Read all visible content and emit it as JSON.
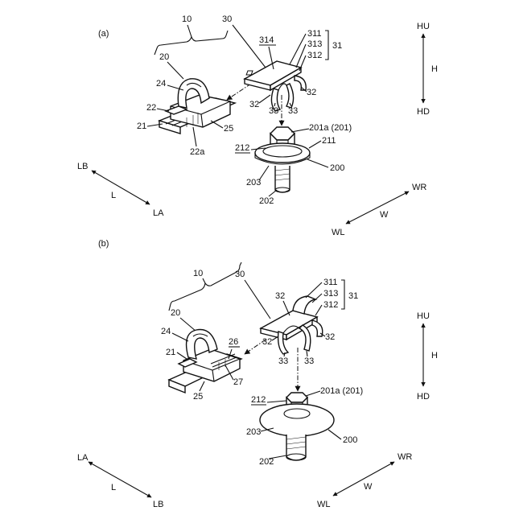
{
  "figures": [
    {
      "id": "a",
      "label": "(a)",
      "refs": {
        "r10": "10",
        "r20": "20",
        "r30": "30",
        "r314": "314",
        "r311": "311",
        "r313": "313",
        "r312": "312",
        "r31": "31",
        "r24": "24",
        "r22": "22",
        "r21": "21",
        "r22a": "22a",
        "r25": "25",
        "r32a": "32",
        "r32b": "32",
        "r33a": "33",
        "r33b": "33",
        "r201a": "201a (201)",
        "r211": "211",
        "r212": "212",
        "r200": "200",
        "r203": "203",
        "r202": "202"
      },
      "axes": {
        "hu": "HU",
        "h": "H",
        "hd": "HD",
        "lb": "LB",
        "l": "L",
        "la": "LA",
        "wr": "WR",
        "w": "W",
        "wl": "WL"
      }
    },
    {
      "id": "b",
      "label": "(b)",
      "refs": {
        "r10": "10",
        "r20": "20",
        "r30": "30",
        "r311": "311",
        "r313": "313",
        "r312": "312",
        "r31": "31",
        "r32a": "32",
        "r32b": "32",
        "r32c": "32",
        "r24": "24",
        "r21": "21",
        "r26": "26",
        "r27": "27",
        "r25": "25",
        "r33a": "33",
        "r33b": "33",
        "r212": "212",
        "r201a": "201a (201)",
        "r203": "203",
        "r200": "200",
        "r202": "202"
      },
      "axes": {
        "hu": "HU",
        "h": "H",
        "hd": "HD",
        "la": "LA",
        "l": "L",
        "lb": "LB",
        "wr": "WR",
        "w": "W",
        "wl": "WL"
      }
    }
  ]
}
